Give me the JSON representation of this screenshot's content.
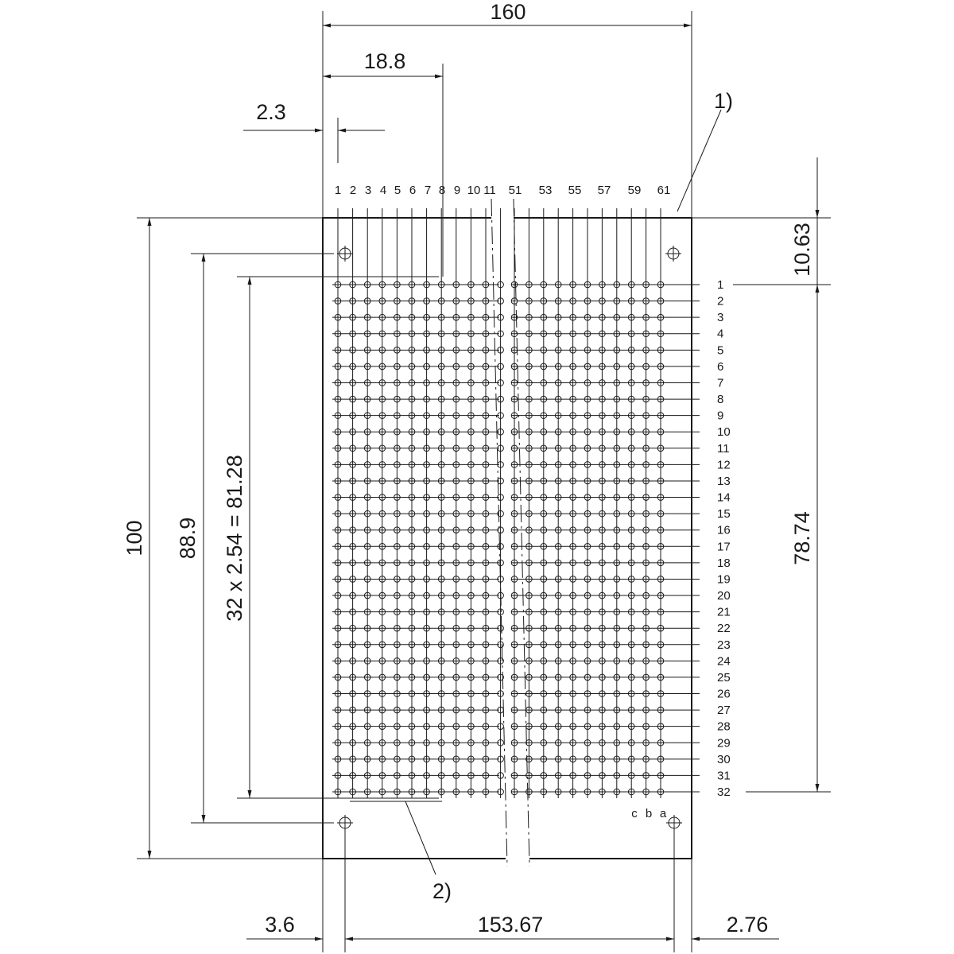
{
  "dimensions": {
    "total_width": "160",
    "top_offset": "18.8",
    "left_offset_small": "2.3",
    "total_height": "100",
    "hole_spacing_v": "88.9",
    "row_pitch": "32 x 2.54 = 81.28",
    "top_margin": "10.63",
    "grid_height": "78.74",
    "bottom_left": "3.6",
    "bottom_span": "153.67",
    "bottom_right": "2.76"
  },
  "notes": {
    "note1": "1)",
    "note2": "2)"
  },
  "column_labels_left": [
    "1",
    "2",
    "3",
    "4",
    "5",
    "6",
    "7",
    "8",
    "9",
    "10",
    "11"
  ],
  "column_labels_right": [
    "51",
    "53",
    "55",
    "57",
    "59",
    "61"
  ],
  "row_labels": [
    "1",
    "2",
    "3",
    "4",
    "5",
    "6",
    "7",
    "8",
    "9",
    "10",
    "11",
    "12",
    "13",
    "14",
    "15",
    "16",
    "17",
    "18",
    "19",
    "20",
    "21",
    "22",
    "23",
    "24",
    "25",
    "26",
    "27",
    "28",
    "29",
    "30",
    "31",
    "32"
  ],
  "connector_rows": [
    "c",
    "b",
    "a"
  ]
}
